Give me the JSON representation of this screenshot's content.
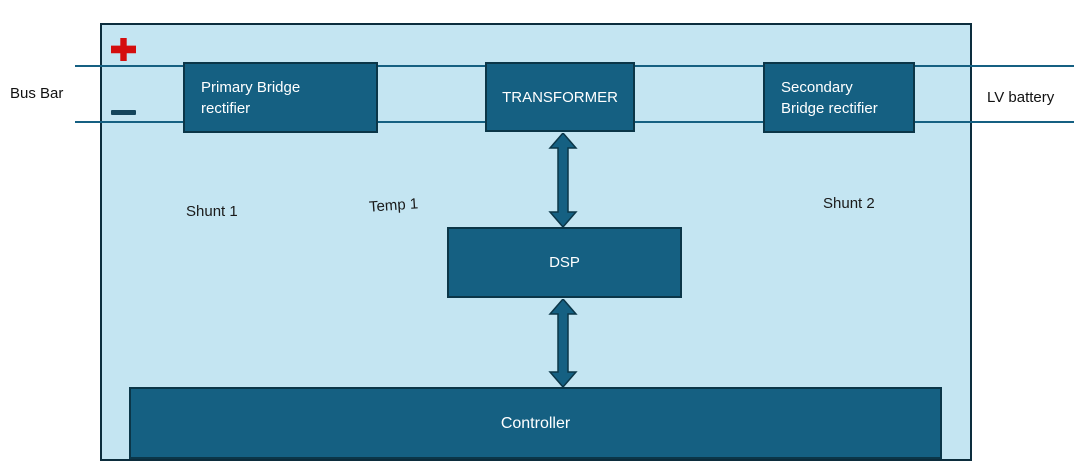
{
  "diagram": {
    "labels": {
      "bus_bar": "Bus Bar",
      "lv_battery": "LV battery",
      "shunt1": "Shunt 1",
      "temp1": "Temp 1",
      "shunt2": "Shunt 2"
    },
    "blocks": {
      "primary_rectifier_line1": "Primary Bridge",
      "primary_rectifier_line2": "rectifier",
      "transformer": "TRANSFORMER",
      "secondary_rectifier_line1": "Secondary",
      "secondary_rectifier_line2": "Bridge rectifier",
      "dsp": "DSP",
      "controller": "Controller"
    },
    "icons": {
      "plus": "plus-polarity-icon",
      "minus": "minus-polarity-icon",
      "arrows": "double-headed-vertical-arrow"
    },
    "colors": {
      "block_fill": "#156082",
      "block_border": "#0B3648",
      "enclosure_fill": "#C4E5F2",
      "enclosure_border": "#0C2D3D",
      "bus_line": "#156082",
      "plus_red": "#D40E0E",
      "minus_dark": "#14455C",
      "block_text": "#FFFFFF",
      "label_text": "#000000"
    }
  }
}
